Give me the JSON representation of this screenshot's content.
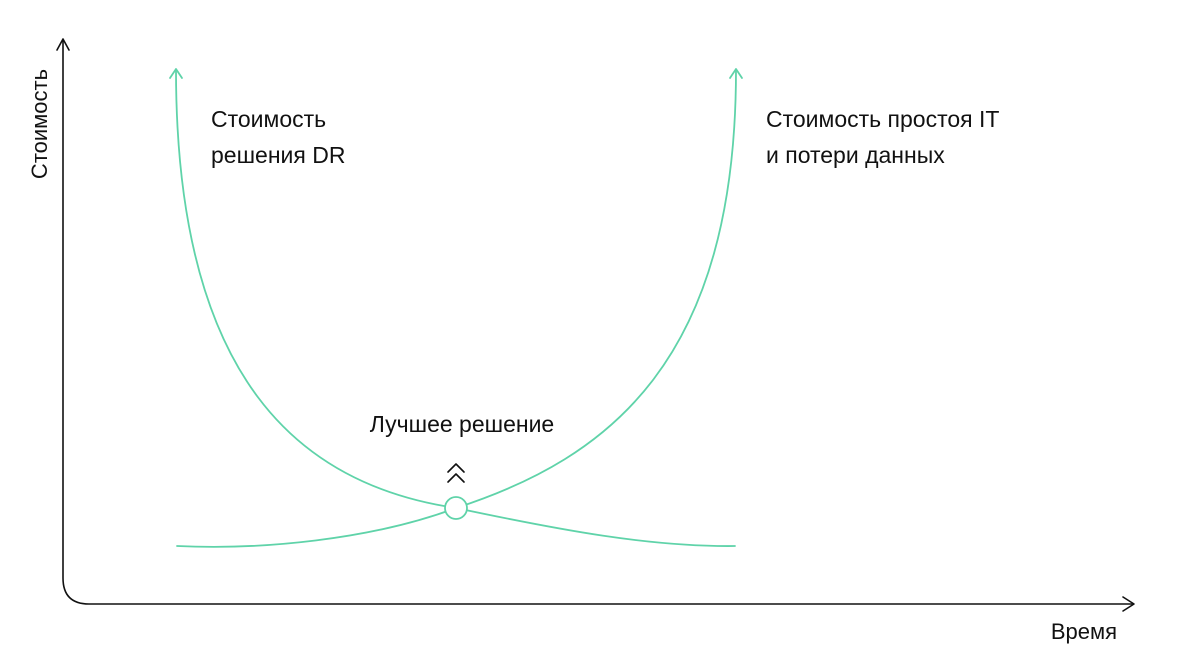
{
  "axes": {
    "y_label": "Стоимость",
    "x_label": "Время"
  },
  "curves": {
    "dr_cost_line1": "Стоимость",
    "dr_cost_line2": "решения DR",
    "downtime_cost_line1": "Стоимость простоя IT",
    "downtime_cost_line2": "и потери данных"
  },
  "optimum": {
    "label": "Лучшее решение"
  },
  "colors": {
    "curve": "#5fd3a9",
    "axis": "#111111",
    "text": "#111111",
    "background": "#ffffff"
  }
}
